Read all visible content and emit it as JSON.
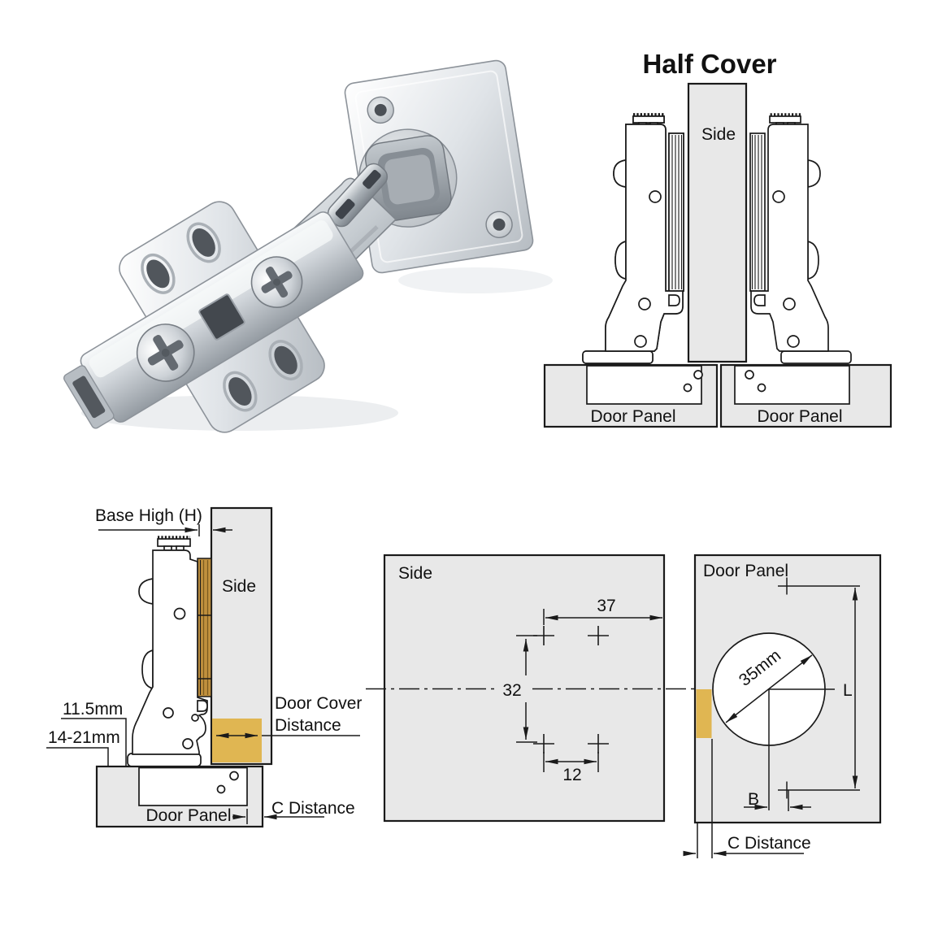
{
  "colors": {
    "panel_fill": "#e8e8e8",
    "highlight_gold": "#e0b652",
    "wood_tan": "#c0903e",
    "line": "#1a1a1a"
  },
  "half_cover": {
    "title": "Half Cover",
    "side_label": "Side",
    "door_panel_left_label": "Door Panel",
    "door_panel_right_label": "Door Panel"
  },
  "mounting_view": {
    "base_high_label": "Base High (H)",
    "side_label": "Side",
    "plate_offset": "11.5mm",
    "door_thickness": "14-21mm",
    "door_cover_line1": "Door Cover",
    "door_cover_line2": "Distance",
    "door_panel_label": "Door Panel",
    "c_distance_label": "C Distance"
  },
  "side_drilling": {
    "panel_label": "Side",
    "offset_to_edge": "37",
    "hole_pitch_vertical": "32",
    "hole_pitch_horizontal": "12"
  },
  "door_drilling": {
    "panel_label": "Door Panel",
    "cup_diameter": "35mm",
    "length_label": "L",
    "b_label": "B",
    "c_distance_label": "C Distance"
  }
}
